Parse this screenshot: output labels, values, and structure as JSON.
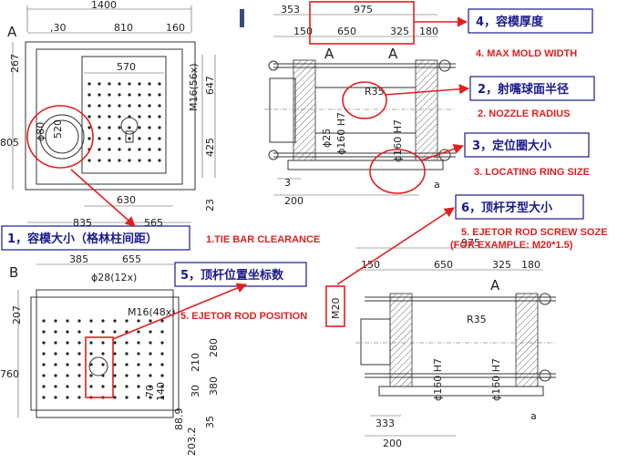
{
  "top_left": {
    "view_letter": "A",
    "dims": {
      "overall": "1400",
      "d30": ",30",
      "d810": "810",
      "d160": "160",
      "d570": "570",
      "d267": "267",
      "d805": "805",
      "m16": "M16(56x)",
      "d647": "647",
      "d425": "425",
      "d520": "520",
      "phi80": "ϕ80",
      "d630": "630",
      "d835": "835",
      "d565": "565",
      "d23": "23"
    }
  },
  "top_right": {
    "view_letter": "A",
    "dims": {
      "d353": "353",
      "d975": "975",
      "d150": "150",
      "d650": "650",
      "d325": "325",
      "d180": "180",
      "r35": "R35",
      "phi25": "ϕ25",
      "phi160a": "ϕ160 H7",
      "phi160b": "ϕ160 H7",
      "d3": "3",
      "d200": "200",
      "a": "a"
    }
  },
  "bottom_left": {
    "view_letter": "B",
    "dims": {
      "d385": "385",
      "d655": "655",
      "phi28": "ϕ28(12x)",
      "m16": "M16(48x)",
      "d207": "207",
      "d760": "760",
      "d70": "70",
      "d140": "140",
      "d210": "210",
      "d280": "280",
      "d88_9": "88.9",
      "d203_2": "203.2",
      "d30": "30",
      "d380": "380",
      "d35": "35"
    }
  },
  "bottom_right": {
    "view_letter": "A",
    "dims": {
      "d975": "975",
      "d150": "150",
      "d650": "650",
      "d325": "325",
      "d180": "180",
      "m20": "M20",
      "r35": "R35",
      "phi160a": "ϕ160 H7",
      "phi160b": "ϕ160 H7",
      "d333": "333",
      "d200": "200",
      "a": "a"
    }
  },
  "callouts": {
    "c1_cn": "1，容模大小（格林柱间距）",
    "c1_en": "1.TIE BAR CLEARANCE",
    "c2_cn": "2，射嘴球面半径",
    "c2_en": "2. NOZZLE RADIUS",
    "c3_cn": "3，定位圈大小",
    "c3_en": "3. LOCATING RING SIZE",
    "c4_cn": "4，容模厚度",
    "c4_en": "4. MAX MOLD WIDTH",
    "c5_cn": "5，顶杆位置坐标数",
    "c5_en": "5. EJETOR ROD POSITION",
    "c6_cn": "6，顶杆牙型大小",
    "c6_en_1": "5. EJETOR ROD SCREW SOZE",
    "c6_en_2": "(FOR EXAMPLE: M20*1.5)"
  },
  "colors": {
    "callout_red": "#e02020",
    "callout_blue": "#1a1a8c"
  }
}
